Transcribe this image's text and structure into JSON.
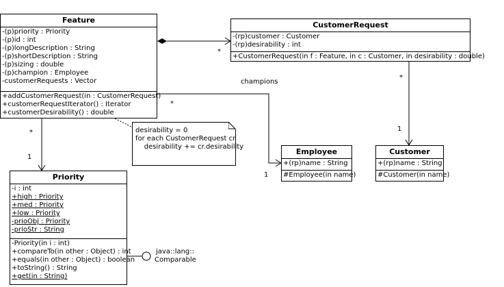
{
  "feature": {
    "title": "Feature",
    "attributes": [
      "-(p)priority : Priority",
      "-(p)id : int",
      "-(p)longDescription : String",
      "-(p)shortDescription : String",
      "-(p)sizing : double",
      "-(p)champion : Employee",
      "-customerRequests : Vector"
    ],
    "operations": [
      "+addCustomerRequest(in  : CustomerRequest)",
      "+customerRequestIterator() : Iterator",
      "+customerDesirability() : double"
    ]
  },
  "customer_request": {
    "title": "CustomerRequest",
    "attributes": [
      "-(rp)customer : Customer",
      "-(rp)desirability : int"
    ],
    "operations": [
      "+CustomerRequest(in f : Feature, in c : Customer, in desirability : double)"
    ]
  },
  "employee": {
    "title": "Employee",
    "attributes": [
      "+(rp)name : String"
    ],
    "operations": [
      "#Employee(in name)"
    ]
  },
  "customer": {
    "title": "Customer",
    "attributes": [
      "+(rp)name : String"
    ],
    "operations": [
      "#Customer(in name)"
    ]
  },
  "priority": {
    "title": "Priority",
    "attributes": [
      "-i : int",
      "+high : Priority",
      "+med : Priority",
      "+low : Priority",
      "-prioObj : Priority",
      "-prioStr : String"
    ],
    "operations": [
      "-Priority(in i : int)",
      "+compareTo(in other : Object) : int",
      "+equals(in other : Object) : boolean",
      "+toString() : String",
      "+get(in  : String)"
    ]
  },
  "note": {
    "lines": [
      "desirability = 0",
      "for each CustomerRequest cr",
      "    desirability += cr.desirability"
    ]
  },
  "labels": {
    "feature_cr_mult": "*",
    "cr_customer_mult_top": "*",
    "cr_customer_mult_bottom": "1",
    "feature_employee_mult": "*",
    "employee_mult": "1",
    "champions": "champions",
    "feature_priority_mult_top": "*",
    "feature_priority_mult_bottom": "1",
    "interface_line1": "java::lang::",
    "interface_line2": "Comparable"
  }
}
